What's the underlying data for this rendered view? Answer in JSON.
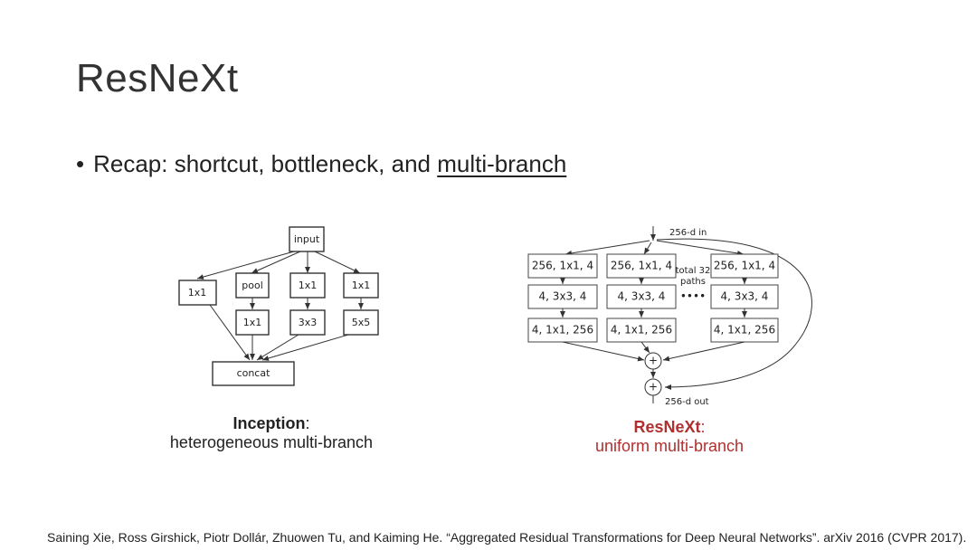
{
  "slide": {
    "title": "ResNeXt",
    "bullet_prefix": "Recap: shortcut, bottleneck, and ",
    "bullet_underlined": "multi-branch",
    "citation": "Saining Xie, Ross Girshick, Piotr Dollár, Zhuowen Tu, and Kaiming He. “Aggregated Residual Transformations for Deep Neural Networks”. arXiv 2016 (CVPR 2017)."
  },
  "inception": {
    "caption_bold": "Inception",
    "caption_rest": ":",
    "caption_line2": "heterogeneous multi-branch",
    "nodes": {
      "input": "input",
      "b1": "1x1",
      "pool": "pool",
      "c1": "1x1",
      "d1": "1x1",
      "pool_1x1": "1x1",
      "c_3x3": "3x3",
      "d_5x5": "5x5",
      "concat": "concat"
    }
  },
  "resnext": {
    "caption_bold": "ResNeXt",
    "caption_rest": ":",
    "caption_line2": "uniform multi-branch",
    "input_label": "256-d in",
    "output_label": "256-d out",
    "paths_label_1": "total 32",
    "paths_label_2": "paths",
    "dots": "••••",
    "plus": "+",
    "rows": [
      "256, 1x1, 4",
      "4, 3x3, 4",
      "4, 1x1, 256"
    ]
  },
  "colors": {
    "accent_red": "#b03030"
  }
}
